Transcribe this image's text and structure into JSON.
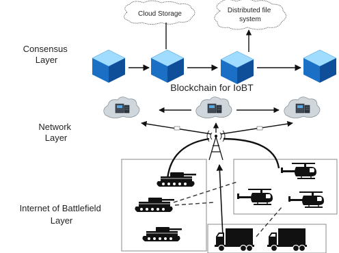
{
  "layers": {
    "consensus": [
      "Consensus",
      "Layer"
    ],
    "network": [
      "Network",
      "Layer"
    ],
    "iobt": [
      "Internet of Battlefield",
      "Layer"
    ]
  },
  "clouds": {
    "cloud_storage": "Cloud Storage",
    "distributed_fs": [
      "Distributed file",
      "system"
    ]
  },
  "blockchain_label": "Blockchain for IoBT",
  "colors": {
    "cube_top": "#9fdcff",
    "cube_left": "#1b6fc4",
    "cube_right": "#0f4f99",
    "arrow": "#111111",
    "dashed": "#333333"
  },
  "icons": [
    "cube-icon",
    "cloud-server-icon",
    "antenna-icon",
    "tank-icon",
    "helicopter-icon",
    "truck-icon"
  ]
}
